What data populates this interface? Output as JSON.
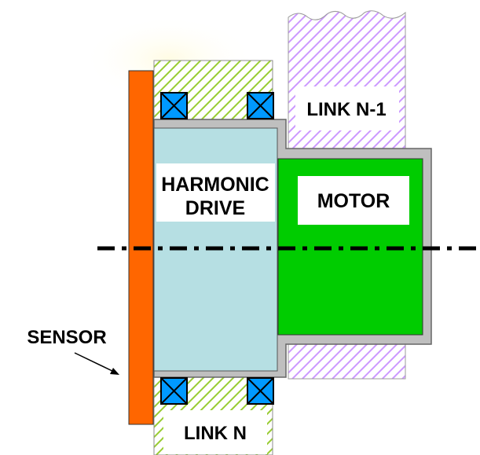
{
  "labels": {
    "harmonic_drive_line1": "HARMONIC",
    "harmonic_drive_line2": "DRIVE",
    "motor": "MOTOR",
    "link_n_minus_1": "LINK N-1",
    "link_n": "LINK N",
    "sensor": "SENSOR"
  },
  "colors": {
    "sensor": "#ff6600",
    "harmonic_drive": "#b6dfe3",
    "motor": "#00cc00",
    "housing": "#bfbfbf",
    "housing_outline": "#666666",
    "link_n_hatch": "#99cc33",
    "link_n_minus_1_hatch": "#cc99ff",
    "bearing": "#0099ff",
    "axis": "#000000"
  },
  "icons": {
    "bearing": "crossed-square-icon"
  }
}
